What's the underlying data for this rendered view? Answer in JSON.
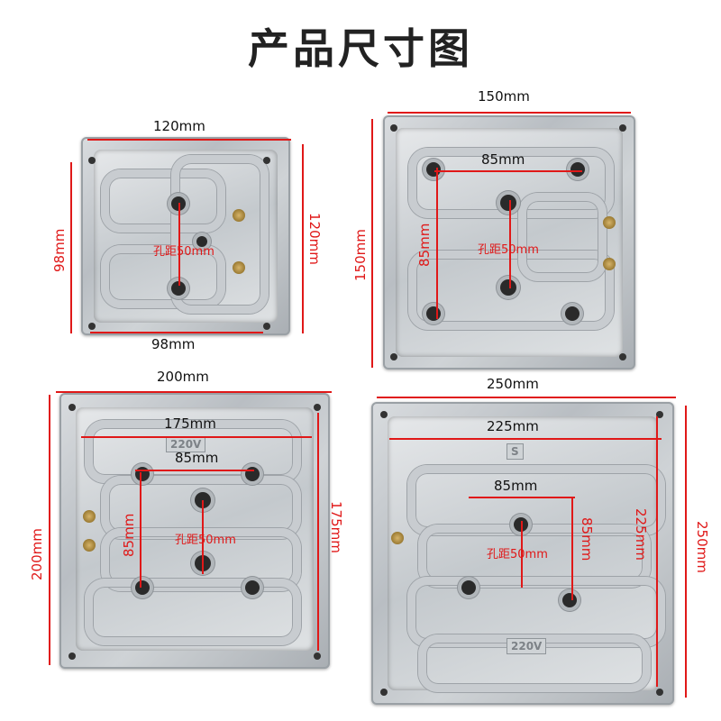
{
  "title": "产品尺寸图",
  "plates": [
    {
      "name": "120mm",
      "labels": {
        "top_width": "120mm",
        "left_height": "98mm",
        "right_height": "120mm",
        "bottom_width": "98mm",
        "hole_spacing": "孔距50mm"
      }
    },
    {
      "name": "150mm",
      "labels": {
        "top_width": "150mm",
        "left_height": "150mm",
        "inner_width": "85mm",
        "inner_height": "85mm",
        "hole_spacing": "孔距50mm"
      }
    },
    {
      "name": "200mm",
      "labels": {
        "top_width": "200mm",
        "left_height": "200mm",
        "inner_width": "175mm",
        "right_height": "175mm",
        "inner_small_width": "85mm",
        "inner_small_height": "85mm",
        "hole_spacing": "孔距50mm",
        "voltage": "220V"
      }
    },
    {
      "name": "250mm",
      "labels": {
        "top_width": "250mm",
        "right_height": "250mm",
        "inner_width": "225mm",
        "inner_height": "225mm",
        "inner_small_width": "85mm",
        "inner_small_height": "85mm",
        "hole_spacing": "孔距50mm",
        "voltage": "220V"
      }
    }
  ]
}
